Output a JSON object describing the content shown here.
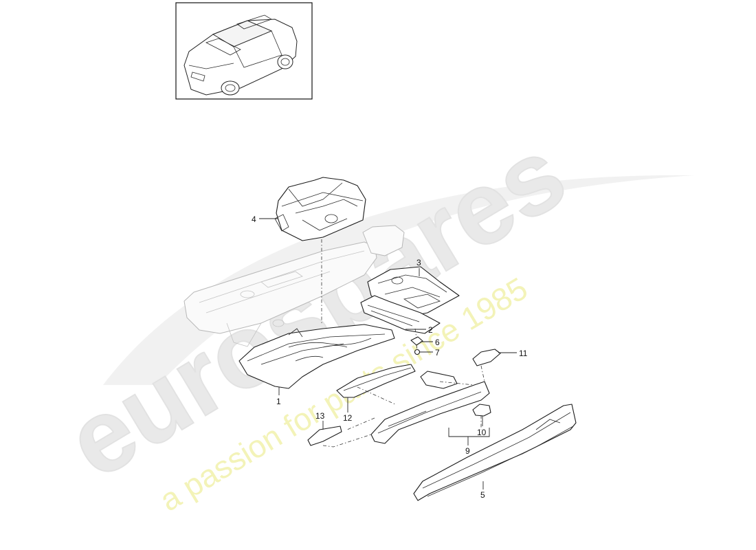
{
  "watermark": {
    "brand": "eurospares",
    "tagline": "a passion for parts since 1985",
    "brand_color": "#e9e9e9",
    "tagline_color": "#f3f3b8"
  },
  "callouts": [
    {
      "id": "1",
      "label": "1"
    },
    {
      "id": "2",
      "label": "2"
    },
    {
      "id": "3",
      "label": "3"
    },
    {
      "id": "4",
      "label": "4"
    },
    {
      "id": "5",
      "label": "5"
    },
    {
      "id": "6",
      "label": "6"
    },
    {
      "id": "7",
      "label": "7"
    },
    {
      "id": "9",
      "label": "9"
    },
    {
      "id": "10",
      "label": "10"
    },
    {
      "id": "11",
      "label": "11"
    },
    {
      "id": "12",
      "label": "12"
    },
    {
      "id": "13",
      "label": "13"
    }
  ]
}
